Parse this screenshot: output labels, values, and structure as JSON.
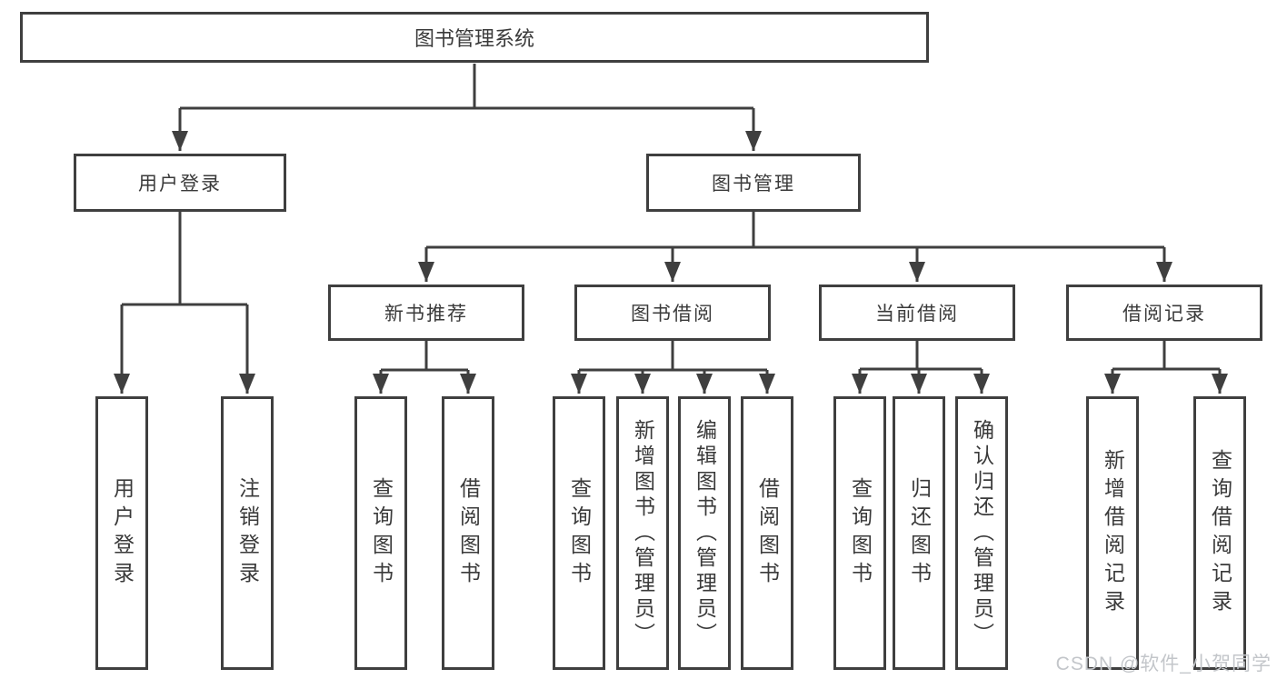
{
  "diagram": {
    "root": {
      "label": "图书管理系统"
    },
    "level2": [
      {
        "id": "user-login",
        "label": "用户登录"
      },
      {
        "id": "book-management",
        "label": "图书管理"
      }
    ],
    "level3": [
      {
        "id": "new-book-recommendation",
        "label": "新书推荐"
      },
      {
        "id": "book-borrowing",
        "label": "图书借阅"
      },
      {
        "id": "current-borrowing",
        "label": "当前借阅"
      },
      {
        "id": "borrowing-records",
        "label": "借阅记录"
      }
    ],
    "leaves": [
      {
        "parent": "user-login",
        "label": "用户登录"
      },
      {
        "parent": "user-login",
        "label": "注销登录"
      },
      {
        "parent": "new-book-recommendation",
        "label": "查询图书"
      },
      {
        "parent": "new-book-recommendation",
        "label": "借阅图书"
      },
      {
        "parent": "book-borrowing",
        "label": "查询图书"
      },
      {
        "parent": "book-borrowing",
        "label": "新增图书（管理员）"
      },
      {
        "parent": "book-borrowing",
        "label": "编辑图书（管理员）"
      },
      {
        "parent": "book-borrowing",
        "label": "借阅图书"
      },
      {
        "parent": "current-borrowing",
        "label": "查询图书"
      },
      {
        "parent": "current-borrowing",
        "label": "归还图书"
      },
      {
        "parent": "current-borrowing",
        "label": "确认归还（管理员）"
      },
      {
        "parent": "borrowing-records",
        "label": "新增借阅记录"
      },
      {
        "parent": "borrowing-records",
        "label": "查询借阅记录"
      }
    ]
  },
  "watermark": {
    "text": "CSDN @软件_小贺同学"
  },
  "colors": {
    "line": "#3f3f3f",
    "text": "#3a3a3a",
    "watermark": "#c3c6ca",
    "background": "#ffffff"
  }
}
